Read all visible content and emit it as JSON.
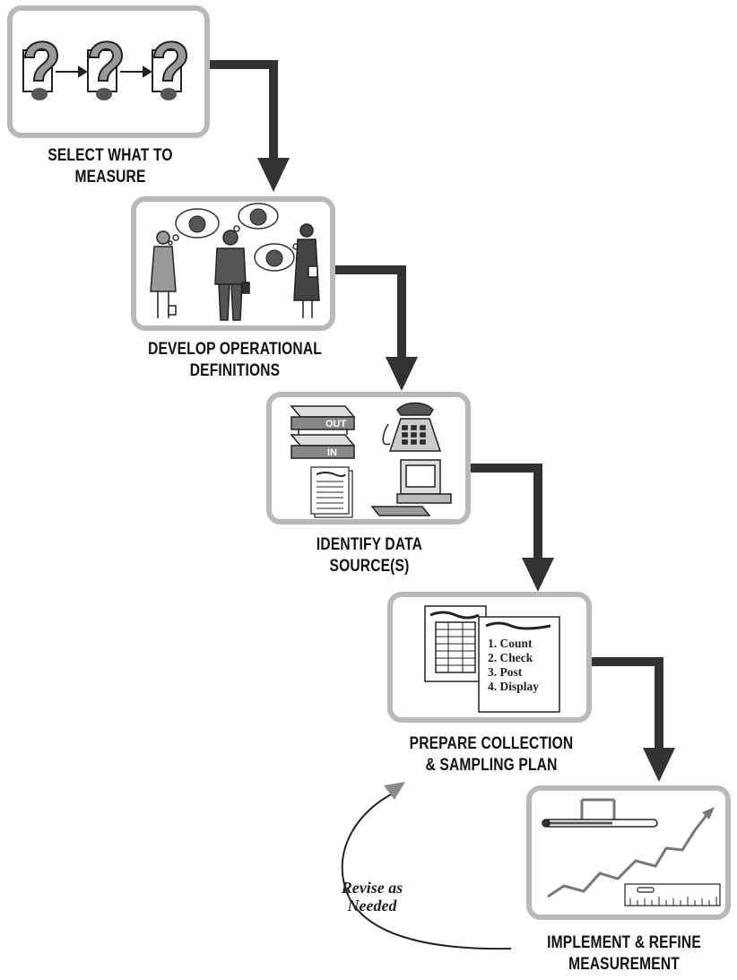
{
  "steps": [
    {
      "title_line1": "SELECT WHAT TO",
      "title_line2": "MEASURE"
    },
    {
      "title_line1": "DEVELOP OPERATIONAL",
      "title_line2": "DEFINITIONS"
    },
    {
      "title_line1": "IDENTIFY DATA",
      "title_line2": "SOURCE(S)"
    },
    {
      "title_line1": "PREPARE COLLECTION",
      "title_line2": "& SAMPLING PLAN"
    },
    {
      "title_line1": "IMPLEMENT & REFINE",
      "title_line2": "MEASUREMENT"
    }
  ],
  "tray_labels": {
    "out": "OUT",
    "in": "IN"
  },
  "plan_list": [
    "1. Count",
    "2. Check",
    "3. Post",
    "4. Display"
  ],
  "feedback": {
    "line1": "Revise as",
    "line2": "Needed"
  },
  "colors": {
    "box_border": "#b9b9b9",
    "arrow": "#333333",
    "feedback_arrow": "#8a8a8a"
  }
}
